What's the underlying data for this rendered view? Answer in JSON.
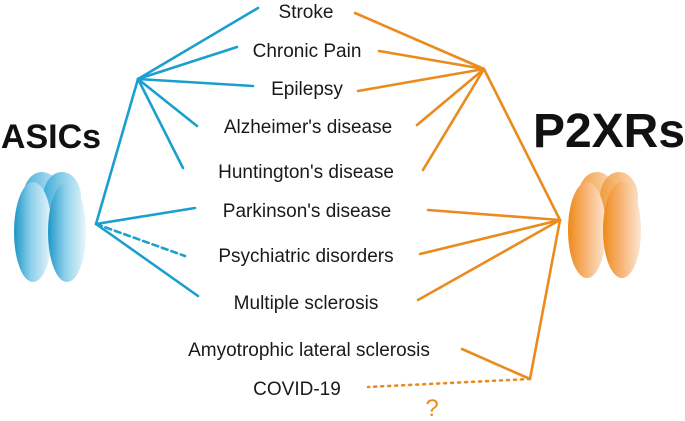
{
  "left_group": {
    "label": "ASICs",
    "color": "#1b9fcf",
    "icon": "channel-protein-icon"
  },
  "right_group": {
    "label": "P2XRs",
    "color": "#ea8b1e",
    "icon": "channel-protein-icon"
  },
  "diseases": [
    {
      "label": "Stroke",
      "asics": "solid",
      "p2xrs": "solid"
    },
    {
      "label": "Chronic Pain",
      "asics": "solid",
      "p2xrs": "solid"
    },
    {
      "label": "Epilepsy",
      "asics": "solid",
      "p2xrs": "solid"
    },
    {
      "label": "Alzheimer's disease",
      "asics": "solid",
      "p2xrs": "solid"
    },
    {
      "label": "Huntington's disease",
      "asics": "solid",
      "p2xrs": "solid"
    },
    {
      "label": "Parkinson's disease",
      "asics": "solid",
      "p2xrs": "solid"
    },
    {
      "label": "Psychiatric disorders",
      "asics": "dashed",
      "p2xrs": "solid"
    },
    {
      "label": "Multiple sclerosis",
      "asics": "solid",
      "p2xrs": "solid"
    },
    {
      "label": "Amyotrophic lateral sclerosis",
      "asics": "none",
      "p2xrs": "solid"
    },
    {
      "label": "COVID-19",
      "asics": "none",
      "p2xrs": "dotted"
    }
  ],
  "uncertain_mark": "?"
}
